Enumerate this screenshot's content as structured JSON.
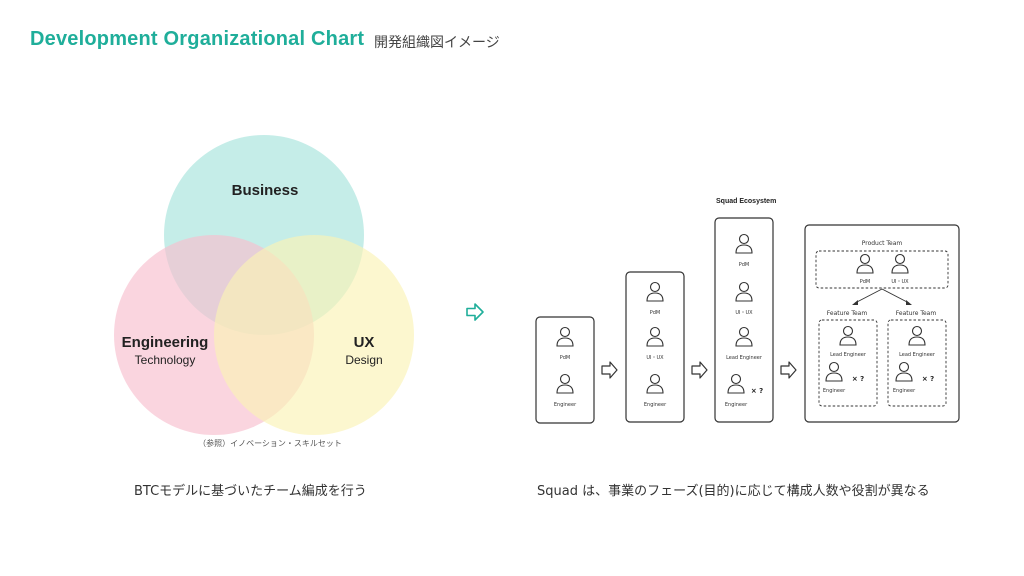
{
  "header": {
    "title": "Development Organizational Chart",
    "subtitle": "開発組織図イメージ"
  },
  "btc_diagram": {
    "business": {
      "title": "Business"
    },
    "engineering": {
      "title": "Engineering",
      "sub": "Technology"
    },
    "ux": {
      "title": "UX",
      "sub": "Design"
    },
    "reference": "（参照）イノベーション・スキルセット",
    "caption": "BTCモデルに基づいたチーム編成を行う",
    "colors": {
      "business": "#a6e3dc",
      "engineering": "#f8bfce",
      "ux": "#fbf3b6"
    }
  },
  "squad_diagram": {
    "title": "Squad Ecosystem",
    "stage1": {
      "pdm": "PdM",
      "engineer": "Engineer"
    },
    "stage2": {
      "pdm": "PdM",
      "ui": "UI・UX",
      "engineer": "Engineer"
    },
    "stage3": {
      "pdm": "PdM",
      "ui": "UI・UX",
      "lead": "Lead Engineer",
      "engineer": "Engineer",
      "times": "× ?"
    },
    "stage4": {
      "product_team": "Product Team",
      "pdm": "PdM",
      "ui": "UI・UX",
      "feature_team_1": "Feature Team",
      "feature_team_2": "Feature Team",
      "lead1": "Lead Engineer",
      "lead2": "Lead Engineer",
      "engineer1": "Engineer",
      "engineer2": "Engineer",
      "times1": "× ?",
      "times2": "× ?"
    },
    "caption": "Squad は、事業のフェーズ(目的)に応じて構成人数や役割が異なる"
  },
  "accent_color": "#1fae9a"
}
